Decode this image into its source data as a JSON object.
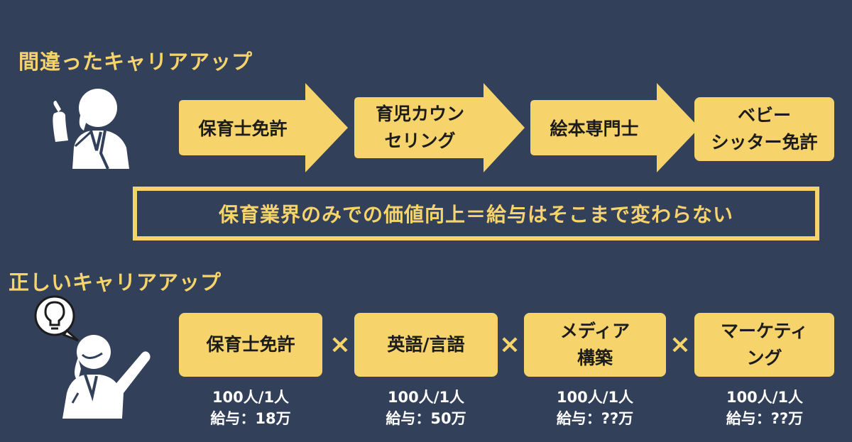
{
  "wrong": {
    "title": "間違ったキャリアアップ",
    "steps": [
      "保育士免許",
      "育児カウン\nセリング",
      "絵本専門士",
      "ベビー\nシッター免許"
    ]
  },
  "banner": "保育業界のみでの価値向上＝給与はそこまで変わらない",
  "right": {
    "title": "正しいキャリアアップ",
    "operator": "×",
    "items": [
      {
        "label": "保育士免許",
        "ratio": "100人/1人",
        "salary": "給与：18万"
      },
      {
        "label": "英語/言語",
        "ratio": "100人/1人",
        "salary": "給与：50万"
      },
      {
        "label": "メディア\n構築",
        "ratio": "100人/1人",
        "salary": "給与：??万"
      },
      {
        "label": "マーケティ\nング",
        "ratio": "100人/1人",
        "salary": "給与：??万"
      }
    ]
  },
  "colors": {
    "background": "#33405a",
    "accent": "#f7d46b",
    "ink": "#1c1c1c"
  },
  "icons": [
    "person-pointing-icon",
    "lightbulb-icon",
    "person-cheering-icon"
  ]
}
